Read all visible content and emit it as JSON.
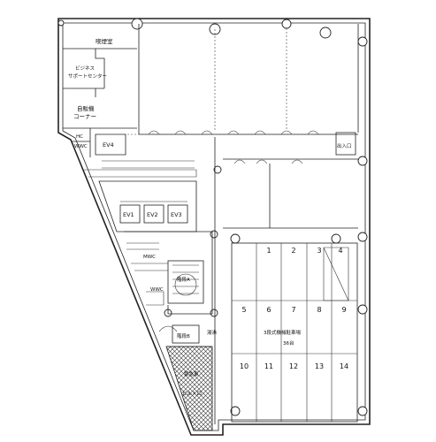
{
  "rooms": {
    "smoking": "喫煙室",
    "business_center_1": "ビジネス",
    "business_center_2": "サポートセンター",
    "vending_1": "自販機",
    "vending_2": "コーナー",
    "hc": "HC",
    "wwc_top": "WWC",
    "ev4": "EV4",
    "ev1": "EV1",
    "ev2": "EV2",
    "ev3": "EV3",
    "mwc": "MWC",
    "wwc": "WWC",
    "stairs_a": "階段A",
    "stairs_b": "階段B",
    "hot_water": "湯沸",
    "entrance": "出入口",
    "parking_1": "3段式機械駐車場",
    "parking_2": "36台",
    "emergency_1": "緊急車",
    "emergency_2": "ビル入口"
  },
  "parking_slots": [
    "1",
    "2",
    "3",
    "4",
    "5",
    "6",
    "7",
    "8",
    "9",
    "10",
    "11",
    "12",
    "13",
    "14"
  ]
}
